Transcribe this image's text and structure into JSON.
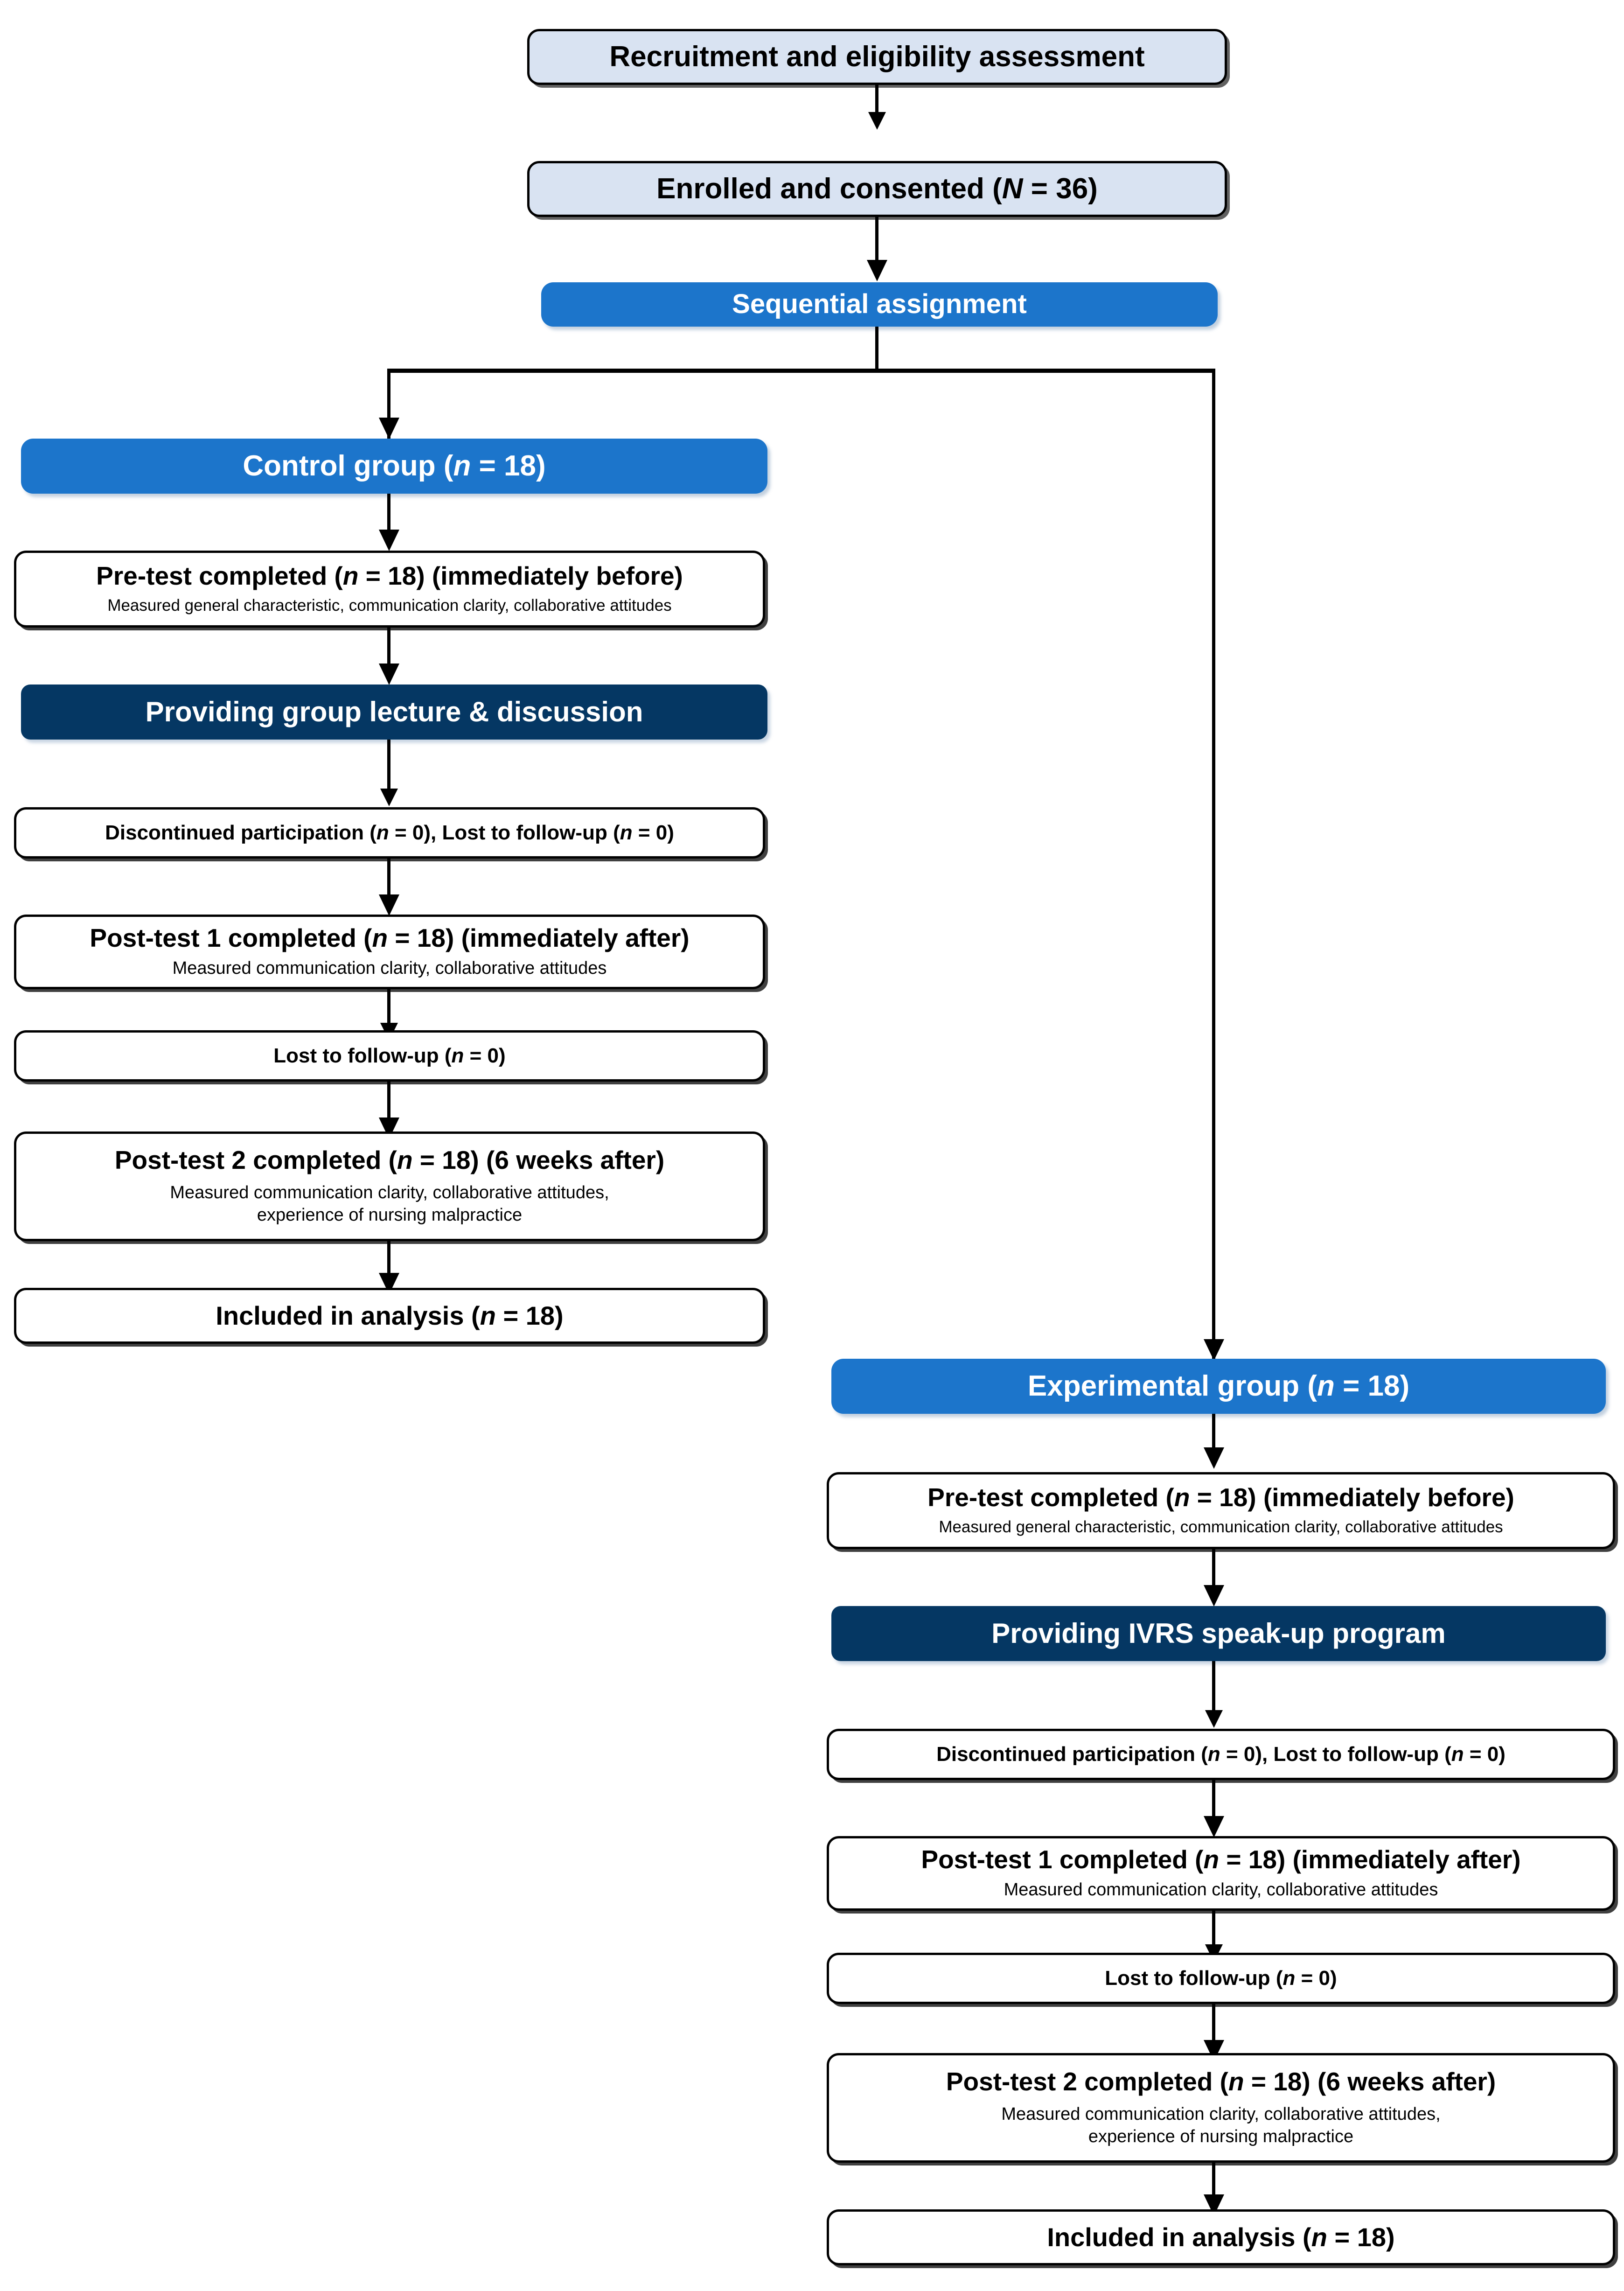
{
  "diagram": {
    "title": "CONSORT-style participant flow diagram",
    "colors": {
      "light_blue": "#d9e3f2",
      "blue": "#1c75cb",
      "navy": "#053763",
      "white": "#ffffff",
      "line": "#000000"
    },
    "top": {
      "recruitment": "Recruitment and eligibility assessment",
      "enrolled": "Enrolled and consented (N = 36)",
      "assignment": "Sequential assignment"
    },
    "control": {
      "group_header": "Control group (n = 18)",
      "pretest_title": "Pre-test completed (n = 18) (immediately before)",
      "pretest_sub": "Measured general characteristic, communication clarity, collaborative attitudes",
      "intervention": "Providing group lecture & discussion",
      "attrition": "Discontinued participation (n = 0), Lost to follow-up (n = 0)",
      "posttest1_title": "Post-test 1 completed (n = 18)  (immediately after)",
      "posttest1_sub": "Measured communication clarity, collaborative attitudes",
      "lost": "Lost to follow-up (n = 0)",
      "posttest2_title": "Post-test 2 completed (n = 18) (6 weeks after)",
      "posttest2_sub_line1": "Measured communication clarity, collaborative attitudes,",
      "posttest2_sub_line2": "experience of nursing malpractice",
      "analysis": "Included in analysis (n = 18)"
    },
    "experimental": {
      "group_header": "Experimental  group (n = 18)",
      "pretest_title": "Pre-test completed (n = 18) (immediately before)",
      "pretest_sub": "Measured general characteristic, communication clarity, collaborative attitudes",
      "intervention": "Providing IVRS speak-up program",
      "attrition": "Discontinued participation (n = 0), Lost to follow-up (n = 0)",
      "posttest1_title": "Post-test 1 completed (n = 18)  (immediately after)",
      "posttest1_sub": "Measured communication clarity, collaborative attitudes",
      "lost": "Lost to follow-up (n = 0)",
      "posttest2_title": "Post-test 2 completed (n = 18) (6 weeks after)",
      "posttest2_sub_line1": "Measured communication clarity, collaborative attitudes,",
      "posttest2_sub_line2": "experience of nursing malpractice",
      "analysis": "Included in analysis (n = 18)"
    }
  }
}
